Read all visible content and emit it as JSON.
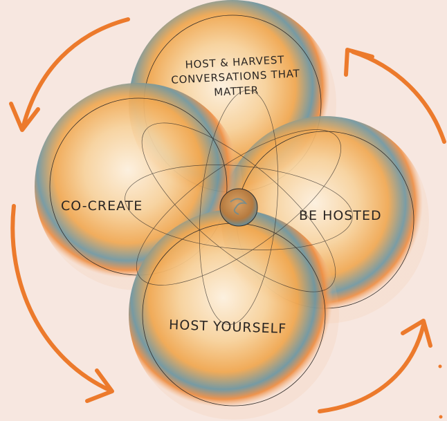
{
  "diagram": {
    "circles": [
      {
        "id": "top",
        "lines": [
          "HOST & HARVEST",
          "CONVERSATIONS THAT",
          "MATTER"
        ]
      },
      {
        "id": "left",
        "lines": [
          "CO-CREATE"
        ]
      },
      {
        "id": "right",
        "lines": [
          "BE HOSTED"
        ]
      },
      {
        "id": "bottom",
        "lines": [
          "HOST YOURSELF"
        ]
      }
    ],
    "cycle_arrows": [
      "arrow-top-left",
      "arrow-top-right",
      "arrow-bottom-left",
      "arrow-bottom-right"
    ],
    "colors": {
      "background": "#f7e7e0",
      "arrow": "#ec7a2c",
      "circle_core": "#fbe6c9",
      "circle_orange": "#f0a852",
      "circle_teal": "#5e8e98",
      "center": "#c58a4a"
    }
  }
}
